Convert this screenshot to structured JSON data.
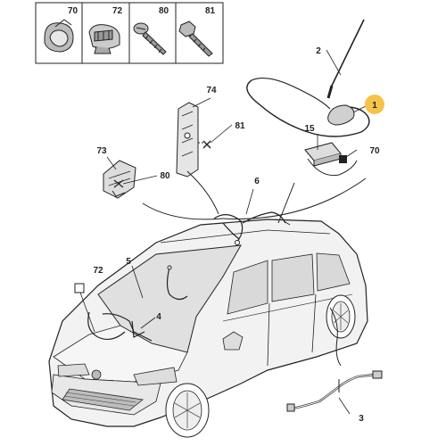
{
  "legend": {
    "items": [
      {
        "number": "70",
        "icon": "clip-icon"
      },
      {
        "number": "72",
        "icon": "grommet-clip-icon"
      },
      {
        "number": "80",
        "icon": "screw-icon"
      },
      {
        "number": "81",
        "icon": "bolt-icon"
      }
    ]
  },
  "callouts": {
    "c1": "1",
    "c2": "2",
    "c3": "3",
    "c4": "4",
    "c5": "5",
    "c6": "6",
    "c15": "15",
    "c70": "70",
    "c72": "72",
    "c73": "73",
    "c74": "74",
    "c80": "80",
    "c81": "81"
  },
  "colors": {
    "highlight": "#f5c24a",
    "line": "#222222",
    "car_fill": "#f2f2f2",
    "car_shade": "#d9d9d9"
  }
}
